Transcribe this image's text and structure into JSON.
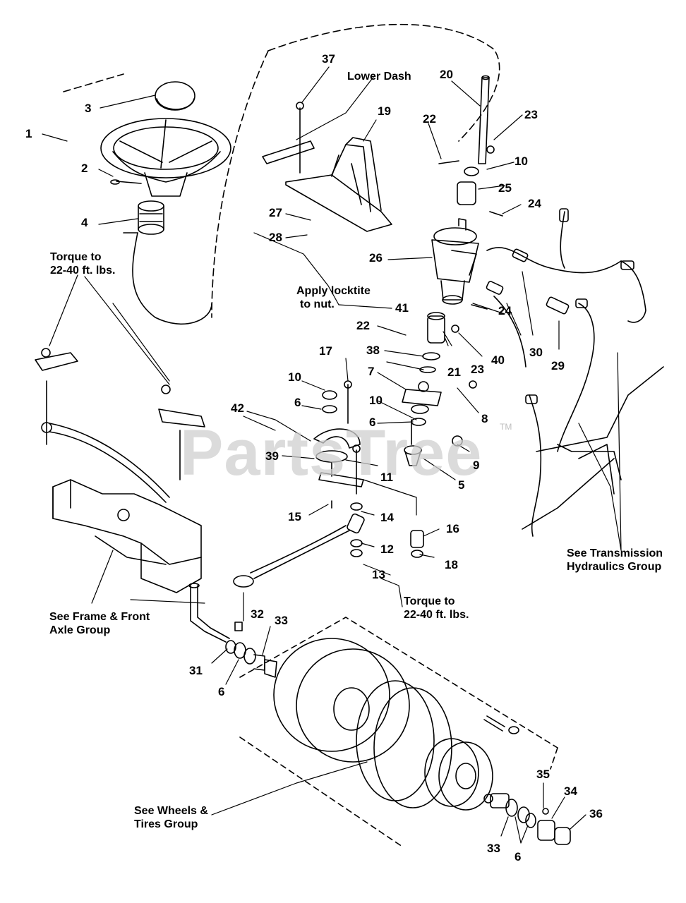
{
  "watermark": {
    "brand": "PartsTree",
    "trademark": "TM"
  },
  "notes": {
    "lower_dash": "Lower Dash",
    "torque_top_line1": "Torque to",
    "torque_top_line2": "22-40 ft. lbs.",
    "locktite_line1": "Apply locktite",
    "locktite_line2": "to nut.",
    "transmission_line1": "See Transmission",
    "transmission_line2": "Hydraulics Group",
    "frame_line1": "See Frame & Front",
    "frame_line2": "Axle Group",
    "torque_bottom_line1": "Torque to",
    "torque_bottom_line2": "22-40 ft. lbs.",
    "wheels_line1": "See Wheels &",
    "wheels_line2": "Tires Group"
  },
  "callouts": [
    "1",
    "2",
    "3",
    "4",
    "37",
    "19",
    "20",
    "22",
    "23",
    "10",
    "25",
    "24",
    "27",
    "28",
    "26",
    "41",
    "24",
    "30",
    "29",
    "22",
    "38",
    "21",
    "23",
    "40",
    "17",
    "7",
    "10",
    "6",
    "8",
    "42",
    "10",
    "6",
    "9",
    "39",
    "11",
    "5",
    "15",
    "14",
    "16",
    "12",
    "18",
    "13",
    "32",
    "33",
    "31",
    "6",
    "35",
    "34",
    "36",
    "33",
    "6"
  ]
}
